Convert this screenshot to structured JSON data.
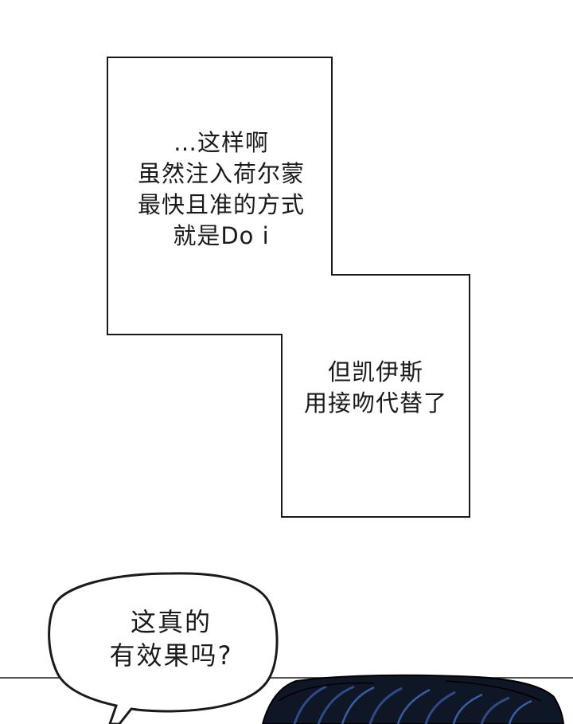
{
  "narration_box_1": {
    "lines": [
      "…这样啊",
      "虽然注入荷尔蒙",
      "最快且准的方式",
      "就是Do i"
    ]
  },
  "narration_box_2": {
    "lines": [
      "但凯伊斯",
      "用接吻代替了"
    ]
  },
  "speech_bubble": {
    "lines": [
      "这真的",
      "有效果吗?"
    ]
  },
  "colors": {
    "background": "#ffffff",
    "ink": "#1a1a1a",
    "hair_dark": "#0f1626",
    "hair_blue": "#2f4a86"
  }
}
